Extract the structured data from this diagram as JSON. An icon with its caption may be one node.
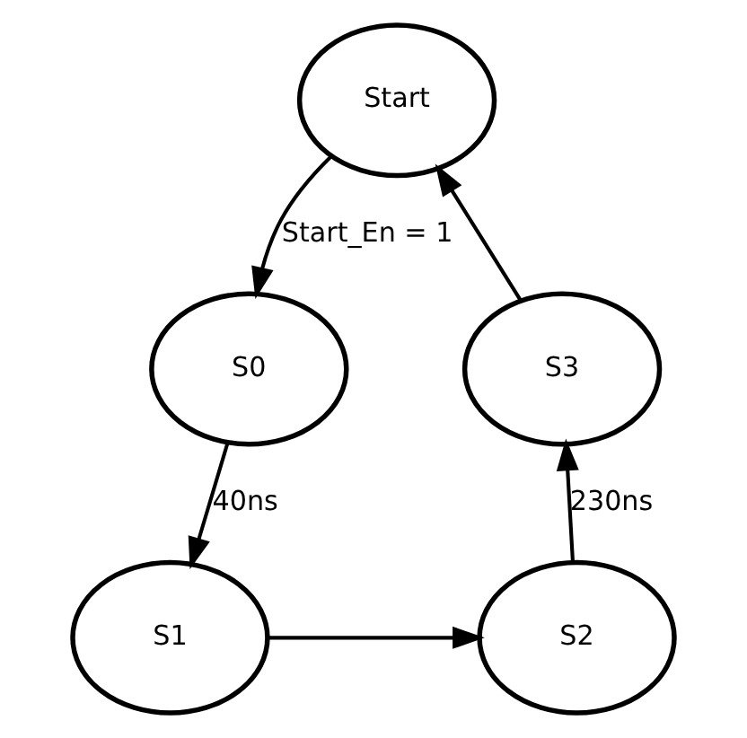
{
  "diagram": {
    "nodes": [
      {
        "text": [
          "Start"
        ]
      },
      {
        "text": [
          "S0"
        ]
      },
      {
        "text": [
          "S1"
        ]
      },
      {
        "text": [
          "S2"
        ]
      },
      {
        "text": [
          "S3"
        ]
      }
    ],
    "edges": [
      {
        "from": 0,
        "to": 1,
        "arrow": "to",
        "label": "Start_En = 1"
      },
      {
        "from": 1,
        "to": 2,
        "arrow": "to",
        "label": "40ns"
      },
      {
        "from": 2,
        "to": 3,
        "arrow": "to"
      },
      {
        "from": 3,
        "to": 4,
        "arrow": "to",
        "label": "230ns"
      },
      {
        "from": 4,
        "to": 0,
        "arrow": "to"
      }
    ]
  }
}
